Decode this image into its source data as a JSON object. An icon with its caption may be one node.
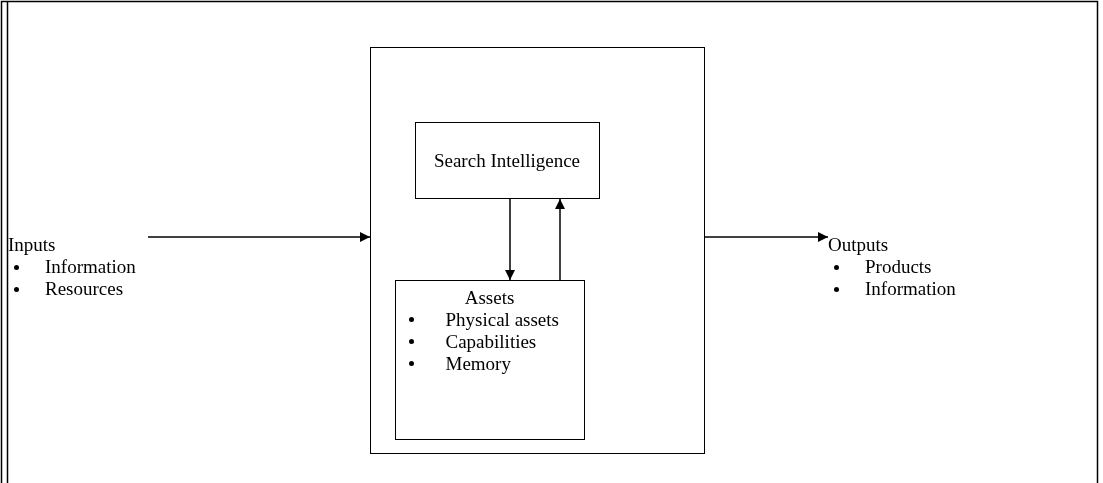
{
  "diagram": {
    "nodes": [
      {
        "text": [
          "Inputs",
          "Information",
          "Resources"
        ]
      },
      {
        "text": [],
        "shape": "box"
      },
      {
        "text": [
          "Search Intelligence"
        ],
        "in": 1
      },
      {
        "text": [
          "Assets",
          "Physical assets",
          "Capabilities",
          "Memory"
        ],
        "in": 1
      },
      {
        "text": [
          "Outputs",
          "Products",
          "Information"
        ]
      }
    ],
    "edges": [
      {
        "from": 0,
        "to": 1,
        "arrow": "to"
      },
      {
        "from": 1,
        "to": 4,
        "arrow": "to"
      },
      {
        "from": 2,
        "to": 3,
        "arrow": "to"
      },
      {
        "from": 3,
        "to": 2,
        "arrow": "to"
      }
    ]
  }
}
